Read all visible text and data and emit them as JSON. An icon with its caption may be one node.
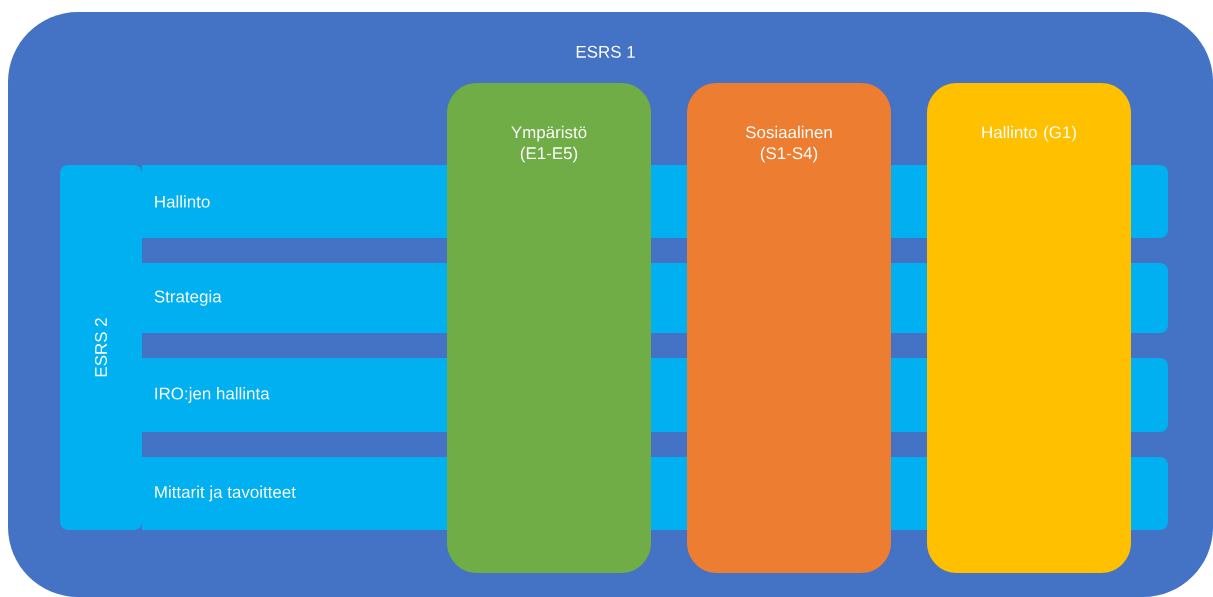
{
  "diagram": {
    "nodes": [
      {
        "text": [
          "ESRS 1"
        ]
      },
      {
        "text": [
          "ESRS 2"
        ],
        "in": 0
      },
      {
        "text": [
          "Hallinto"
        ],
        "in": 0
      },
      {
        "text": [
          "Strategia"
        ],
        "in": 0
      },
      {
        "text": [
          "IRO:jen hallinta"
        ],
        "in": 0
      },
      {
        "text": [
          "Mittarit ja tavoitteet"
        ],
        "in": 0
      },
      {
        "text": [
          "Ympäristö (E1-E5)"
        ],
        "in": 0
      },
      {
        "text": [
          "Sosiaalinen (S1-S4)"
        ],
        "in": 0
      },
      {
        "text": [
          "Hallinto (G1)"
        ],
        "in": 0
      }
    ]
  }
}
